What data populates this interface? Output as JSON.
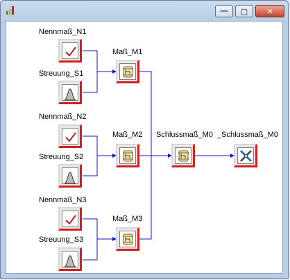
{
  "window": {
    "controls": {
      "minimize": "—",
      "maximize": "▢",
      "close": "✕"
    }
  },
  "nodes": {
    "n1": "Nennmaß_N1",
    "s1": "Streuung_S1",
    "m1": "Maß_M1",
    "n2": "Nennmaß_N2",
    "s2": "Streuung_S2",
    "m2": "Maß_M2",
    "n3": "Nennmaß_N3",
    "s3": "Streuung_S3",
    "m3": "Maß_M3",
    "m0": "Schlussmaß_M0",
    "out": "_Schlussmaß_M0"
  },
  "colors": {
    "wire": "#1515c8",
    "node_border": "#d21f1f",
    "title_bars": [
      "#3a9a2a",
      "#e0b020",
      "#c02020"
    ]
  }
}
